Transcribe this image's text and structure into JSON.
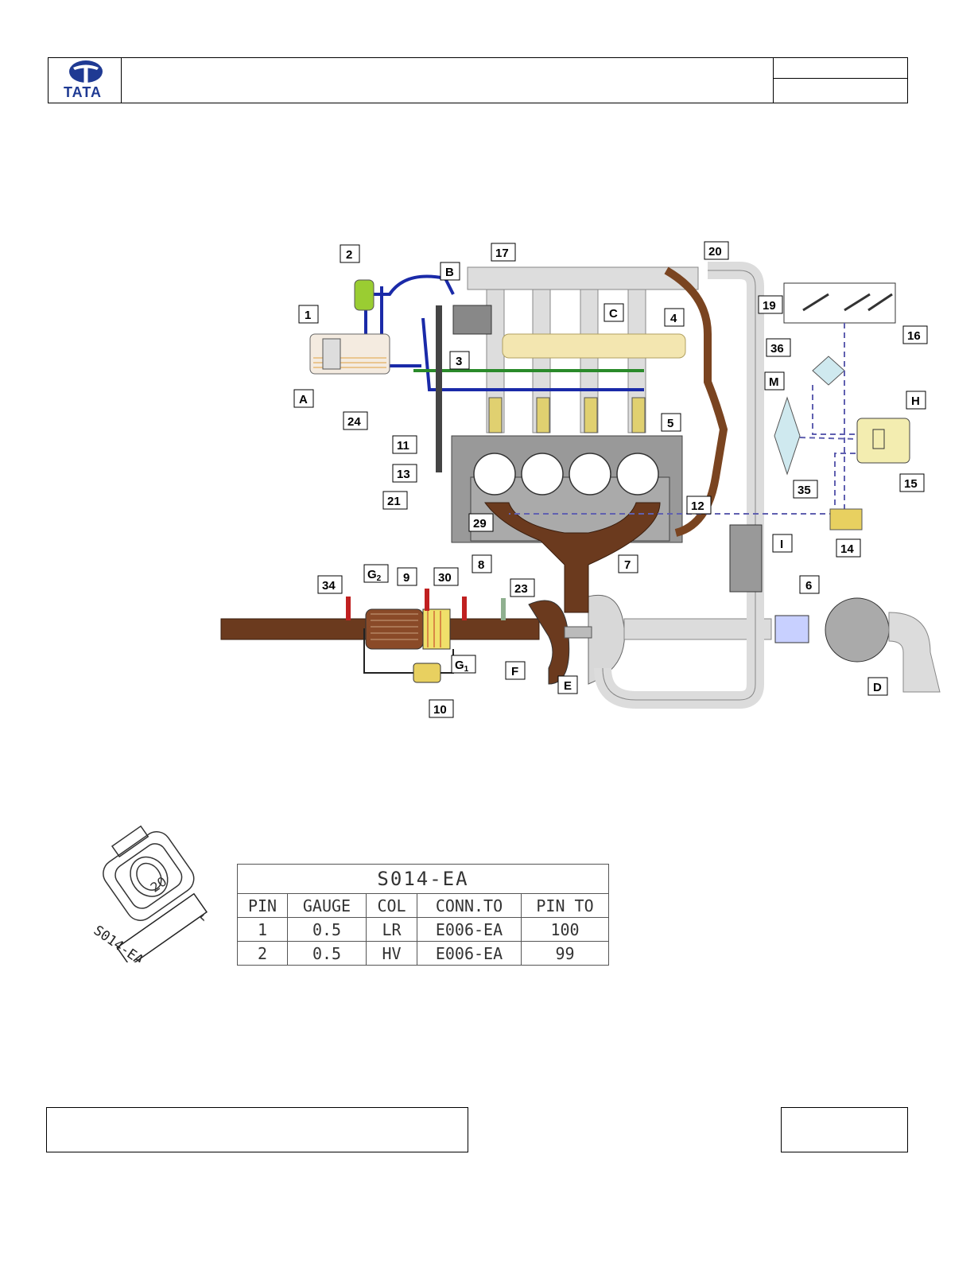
{
  "header": {
    "logo_text": "TATA",
    "brand_color": "#1f3a93"
  },
  "diagram": {
    "callouts": [
      "1",
      "2",
      "3",
      "4",
      "5",
      "6",
      "7",
      "8",
      "9",
      "10",
      "11",
      "12",
      "13",
      "14",
      "15",
      "16",
      "17",
      "19",
      "20",
      "21",
      "23",
      "24",
      "29",
      "30",
      "34",
      "35",
      "36",
      "A",
      "B",
      "C",
      "D",
      "E",
      "F",
      "H",
      "I",
      "M"
    ],
    "g2_label": "G",
    "g2_sub": "2",
    "g1_label": "G",
    "g1_sub": "1"
  },
  "connector": {
    "tag": "S014-EA",
    "number": "20",
    "table": {
      "title": "S014-EA",
      "headers": [
        "PIN",
        "GAUGE",
        "COL",
        "CONN.TO",
        "PIN TO"
      ],
      "rows": [
        [
          "1",
          "0.5",
          "LR",
          "E006-EA",
          "100"
        ],
        [
          "2",
          "0.5",
          "HV",
          "E006-EA",
          "99"
        ]
      ]
    }
  }
}
